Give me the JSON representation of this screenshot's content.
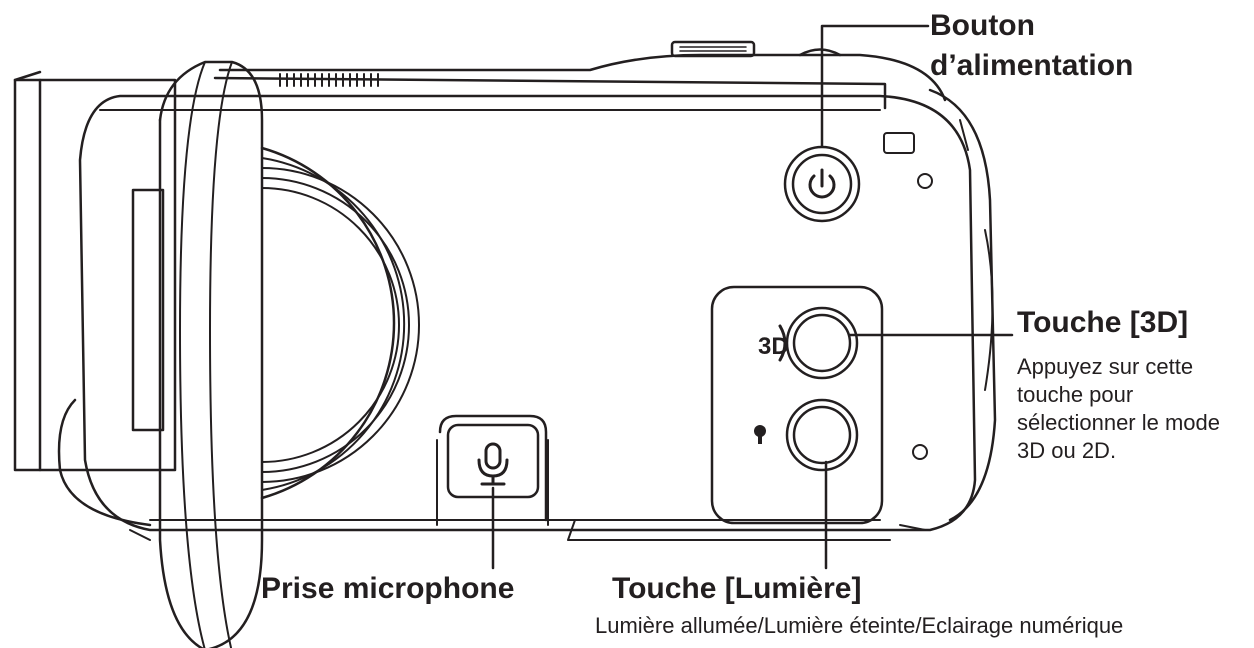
{
  "callouts": {
    "power": {
      "title_line1": "Bouton",
      "title_line2": "d’alimentation"
    },
    "button_3d": {
      "title": "Touche [3D]",
      "description": "Appuyez sur cette touche pour sélectionner le mode 3D ou 2D."
    },
    "light": {
      "title": "Touche [Lumière]",
      "description": "Lumière allumée/Lumière éteinte/Eclairage numérique"
    },
    "microphone": {
      "title": "Prise microphone"
    }
  },
  "device_marks": {
    "three_d_glyph": "3D"
  },
  "icons": [
    "power-icon",
    "microphone-icon",
    "light-bulb-icon"
  ],
  "colors": {
    "ink": "#231f20",
    "background": "#ffffff"
  }
}
